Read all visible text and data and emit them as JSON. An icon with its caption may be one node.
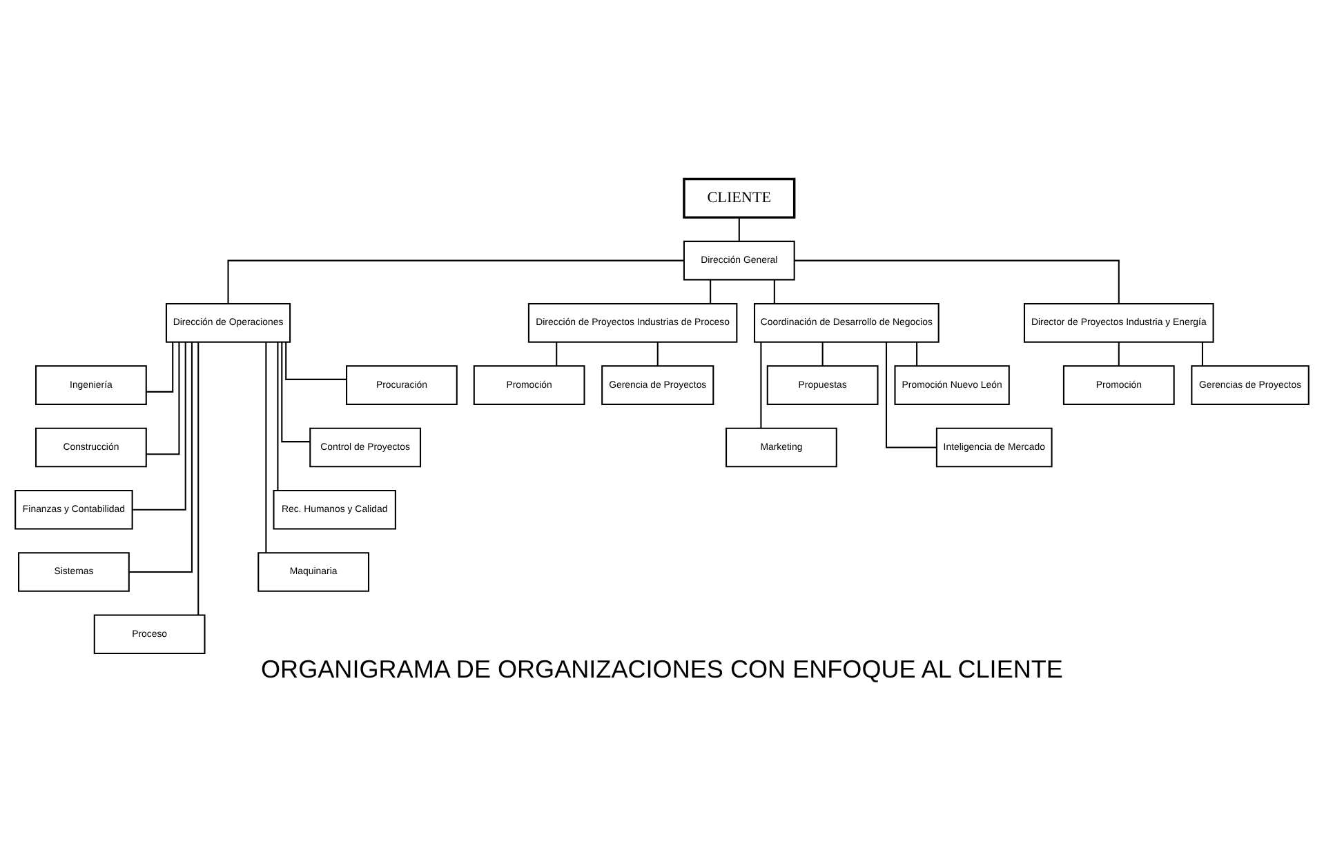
{
  "diagram": {
    "title": "ORGANIGRAMA DE ORGANIZACIONES CON ENFOQUE AL CLIENTE",
    "nodes": [
      {
        "text": [
          "CLIENTE"
        ]
      },
      {
        "text": [
          "Dirección General"
        ]
      },
      {
        "text": [
          "Dirección de Operaciones"
        ]
      },
      {
        "text": [
          "Dirección de Proyectos Industrias de Proceso"
        ]
      },
      {
        "text": [
          "Coordinación de Desarrollo de Negocios"
        ]
      },
      {
        "text": [
          "Director de Proyectos Industria y Energía"
        ]
      },
      {
        "text": [
          "Ingeniería"
        ]
      },
      {
        "text": [
          "Procuración"
        ]
      },
      {
        "text": [
          "Construcción"
        ]
      },
      {
        "text": [
          "Control de Proyectos"
        ]
      },
      {
        "text": [
          "Finanzas y Contabilidad"
        ]
      },
      {
        "text": [
          "Rec. Humanos y Calidad"
        ]
      },
      {
        "text": [
          "Sistemas"
        ]
      },
      {
        "text": [
          "Maquinaria"
        ]
      },
      {
        "text": [
          "Proceso"
        ]
      },
      {
        "text": [
          "Gerencia de Proyectos"
        ]
      },
      {
        "text": [
          "Promoción"
        ]
      },
      {
        "text": [
          "Promoción Nuevo León"
        ]
      },
      {
        "text": [
          "Propuestas"
        ]
      },
      {
        "text": [
          "Inteligencia de Mercado"
        ]
      },
      {
        "text": [
          "Marketing"
        ]
      },
      {
        "text": [
          "Gerencias de Proyectos"
        ]
      },
      {
        "text": [
          "Promoción"
        ]
      }
    ],
    "edges": [
      {
        "from": 0,
        "to": 1,
        "arrow": "none"
      },
      {
        "from": 1,
        "to": 2,
        "arrow": "none"
      },
      {
        "from": 1,
        "to": 3,
        "arrow": "none"
      },
      {
        "from": 1,
        "to": 4,
        "arrow": "none"
      },
      {
        "from": 1,
        "to": 5,
        "arrow": "none"
      },
      {
        "from": 2,
        "to": 6,
        "arrow": "none"
      },
      {
        "from": 2,
        "to": 7,
        "arrow": "none"
      },
      {
        "from": 2,
        "to": 8,
        "arrow": "none"
      },
      {
        "from": 2,
        "to": 9,
        "arrow": "none"
      },
      {
        "from": 2,
        "to": 10,
        "arrow": "none"
      },
      {
        "from": 2,
        "to": 11,
        "arrow": "none"
      },
      {
        "from": 2,
        "to": 12,
        "arrow": "none"
      },
      {
        "from": 2,
        "to": 13,
        "arrow": "none"
      },
      {
        "from": 2,
        "to": 14,
        "arrow": "none"
      },
      {
        "from": 3,
        "to": 15,
        "arrow": "none"
      },
      {
        "from": 3,
        "to": 16,
        "arrow": "none"
      },
      {
        "from": 4,
        "to": 17,
        "arrow": "none"
      },
      {
        "from": 4,
        "to": 18,
        "arrow": "none"
      },
      {
        "from": 4,
        "to": 19,
        "arrow": "none"
      },
      {
        "from": 4,
        "to": 20,
        "arrow": "none"
      },
      {
        "from": 5,
        "to": 21,
        "arrow": "none"
      },
      {
        "from": 5,
        "to": 22,
        "arrow": "none"
      }
    ]
  }
}
